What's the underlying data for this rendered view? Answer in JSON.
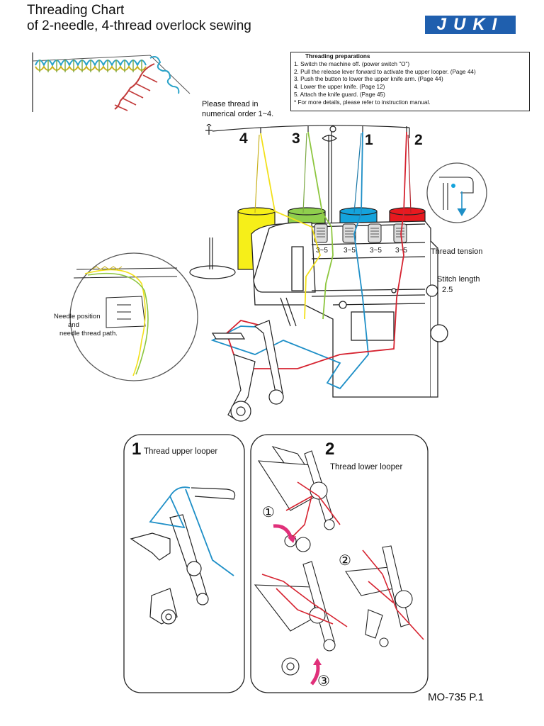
{
  "header": {
    "title_line1": "Threading Chart",
    "title_line2": "of 2-needle, 4-thread overlock sewing",
    "brand": "JUKI"
  },
  "preparations": {
    "title": "Threading preparations",
    "steps": [
      "1. Switch the machine off. (power switch \"O\")",
      "2. Pull the release lever forward to activate the upper looper. (Page 44)",
      "3. Push the button to lower the upper knife arm. (Page 44)",
      "4. Lower the upper knife. (Page 12)",
      "5. Attach the knife guard. (Page 45)",
      "* For more details, please refer to instruction manual."
    ]
  },
  "instruction": {
    "line1": "Please thread in",
    "line2": "numerical order 1~4."
  },
  "thread_numbers": [
    "4",
    "3",
    "1",
    "2"
  ],
  "tension_values": [
    "3~5",
    "3~5",
    "3~5",
    "3~5"
  ],
  "labels": {
    "thread_tension": "Thread tension",
    "stitch_length": "Stitch length",
    "stitch_length_value": "2.5",
    "needle_line1": "Needle position",
    "needle_line2": "and",
    "needle_line3": "needle thread path."
  },
  "panels": {
    "upper_num": "1",
    "upper_title": "Thread upper looper",
    "lower_num": "2",
    "lower_title": "Thread lower looper",
    "steps": [
      "①",
      "②",
      "③"
    ]
  },
  "footer": {
    "page": "MO-735 P.1"
  },
  "colors": {
    "thread1_blue": "#1e8fc7",
    "thread2_red": "#d62330",
    "thread3_green": "#8dc63f",
    "thread4_yellow": "#f2e01a",
    "spool_red": "#e8191f",
    "spool_blue": "#14a3dc",
    "spool_green": "#8fcf4d",
    "spool_yellow": "#f6ef19",
    "arrow_magenta": "#e0307a",
    "brand_blue": "#1f5fae"
  }
}
